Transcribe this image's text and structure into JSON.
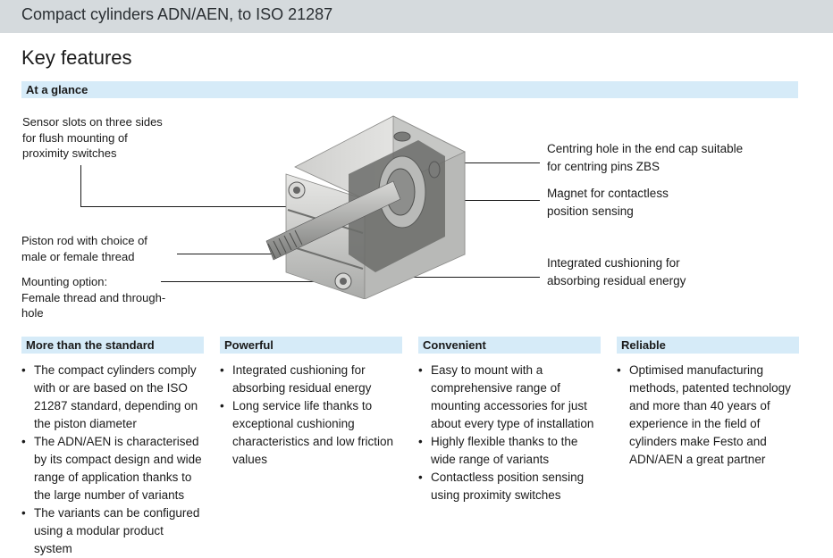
{
  "header": {
    "title": "Compact cylinders ADN/AEN, to ISO 21287"
  },
  "page": {
    "title": "Key features"
  },
  "glance": {
    "label": "At a glance"
  },
  "callouts": {
    "sensor_slots": [
      "Sensor slots on three sides",
      "for flush mounting of",
      "proximity switches"
    ],
    "piston_rod": [
      "Piston rod with choice of",
      "male or female thread"
    ],
    "mounting": [
      "Mounting option:",
      "Female thread and through-",
      "hole"
    ],
    "centring": [
      "Centring hole in the end cap suitable",
      "for centring pins ZBS"
    ],
    "magnet": [
      "Magnet for contactless",
      "position sensing"
    ],
    "cushioning": [
      "Integrated cushioning for",
      "absorbing residual energy"
    ]
  },
  "sections": [
    {
      "title": "More than the standard",
      "bullets": [
        "The compact cylinders comply with or are based on the ISO 21287 standard, depending on the piston diameter",
        "The ADN/AEN is characterised by its compact design and wide range of application thanks to the large number of variants",
        "The variants can be configured using a modular product system"
      ]
    },
    {
      "title": "Powerful",
      "bullets": [
        "Integrated cushioning for absorbing residual energy",
        "Long service life thanks to exceptional cushioning characteristics and low friction values"
      ]
    },
    {
      "title": "Convenient",
      "bullets": [
        "Easy to mount with a comprehensive range of mounting accessories for just about every type of installation",
        "Highly flexible thanks to the wide range of variants",
        "Contactless position sensing using proximity switches"
      ]
    },
    {
      "title": "Reliable",
      "bullets": [
        "Optimised manufacturing methods, patented technology and more than 40 years of experience in the field of cylinders make Festo and ADN/AEN a great partner"
      ]
    }
  ]
}
